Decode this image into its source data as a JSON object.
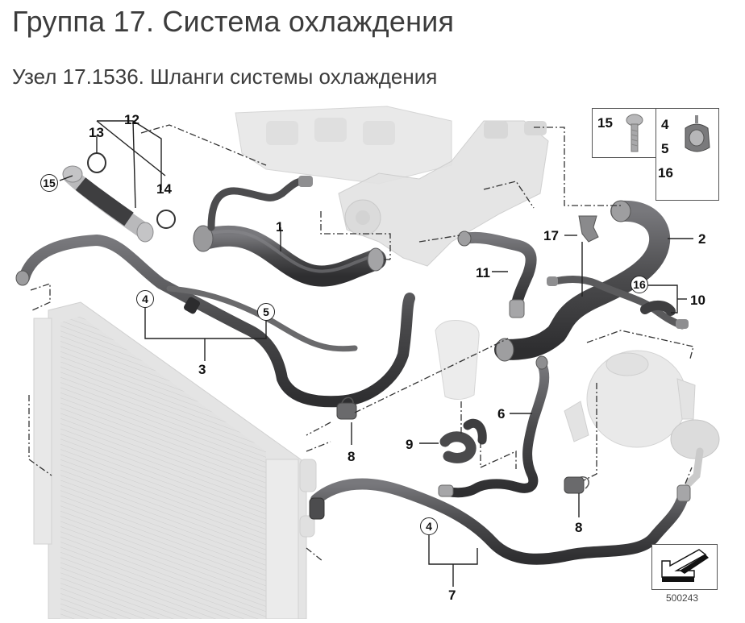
{
  "header": {
    "title": "Группа 17. Система охлаждения",
    "subtitle": "Узел 17.1536. Шланги системы охлаждения"
  },
  "diagram": {
    "reference_number": "500243",
    "direction_icon": "arrow-front-left-icon",
    "colors": {
      "hose": "#4a4a4c",
      "hose_highlight": "#6e6e72",
      "component_ghost": "#d9d9d9",
      "leader_line": "#222222"
    },
    "callouts": [
      {
        "id": "1",
        "label": "1",
        "part": "hose-1"
      },
      {
        "id": "2",
        "label": "2",
        "part": "hose-2"
      },
      {
        "id": "3",
        "label": "3",
        "part": "hose-3"
      },
      {
        "id": "4a",
        "label": "4",
        "part": "clamp-4",
        "circled": true
      },
      {
        "id": "5",
        "label": "5",
        "part": "clamp-5",
        "circled": true
      },
      {
        "id": "6",
        "label": "6",
        "part": "hose-6"
      },
      {
        "id": "7",
        "label": "7",
        "part": "hose-7"
      },
      {
        "id": "4b",
        "label": "4",
        "part": "clamp-4",
        "circled": true
      },
      {
        "id": "8a",
        "label": "8",
        "part": "plug-8"
      },
      {
        "id": "8b",
        "label": "8",
        "part": "plug-8"
      },
      {
        "id": "9",
        "label": "9",
        "part": "hose-9"
      },
      {
        "id": "10",
        "label": "10",
        "part": "hose-10"
      },
      {
        "id": "11",
        "label": "11",
        "part": "hose-11"
      },
      {
        "id": "12",
        "label": "12",
        "part": "pipe-12"
      },
      {
        "id": "13",
        "label": "13",
        "part": "o-ring-13"
      },
      {
        "id": "14",
        "label": "14",
        "part": "o-ring-14"
      },
      {
        "id": "15a",
        "label": "15",
        "part": "screw-15",
        "circled": true
      },
      {
        "id": "16a",
        "label": "16",
        "part": "clip-16",
        "circled": true
      },
      {
        "id": "17",
        "label": "17",
        "part": "bracket-17"
      }
    ],
    "legend": {
      "box1": {
        "numbers": [
          "15"
        ],
        "icon": "screw-icon"
      },
      "box2": {
        "numbers": [
          "4",
          "5",
          "16"
        ],
        "icon": "hose-clamp-icon"
      }
    }
  }
}
